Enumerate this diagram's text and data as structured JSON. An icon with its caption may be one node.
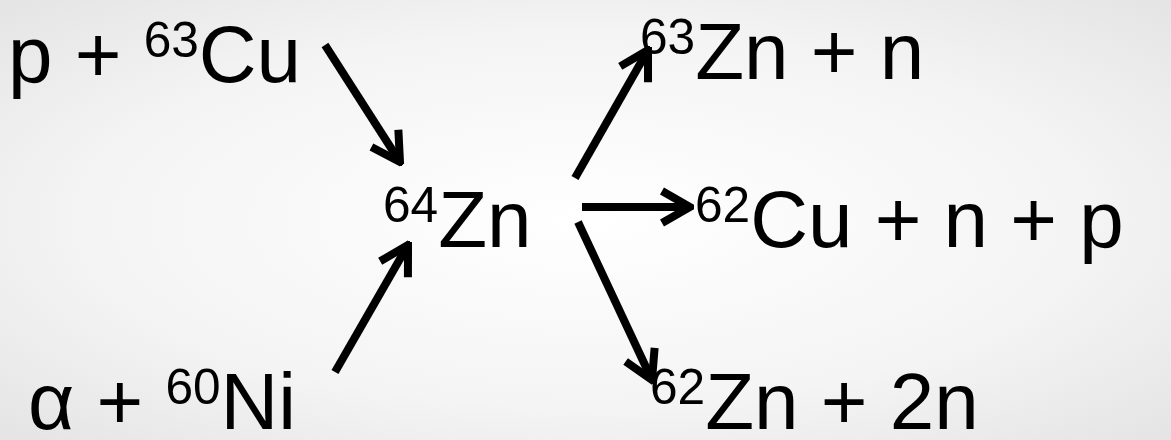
{
  "diagram": {
    "nodes": [
      {
        "text": [
          "p + $^{63}$Cu"
        ]
      },
      {
        "text": [
          "α + $^{60}$Ni"
        ]
      },
      {
        "text": [
          "$^{64}$Zn"
        ]
      },
      {
        "text": [
          "$^{63}$Zn + n"
        ]
      },
      {
        "text": [
          "$^{62}$Cu + n + p"
        ]
      },
      {
        "text": [
          "$^{62}$Zn + 2n"
        ]
      }
    ],
    "edges": [
      {
        "from": 0,
        "to": 2,
        "arrow": "to"
      },
      {
        "from": 1,
        "to": 2,
        "arrow": "to"
      },
      {
        "from": 2,
        "to": 3,
        "arrow": "to"
      },
      {
        "from": 2,
        "to": 4,
        "arrow": "to"
      },
      {
        "from": 2,
        "to": 5,
        "arrow": "to"
      }
    ]
  }
}
